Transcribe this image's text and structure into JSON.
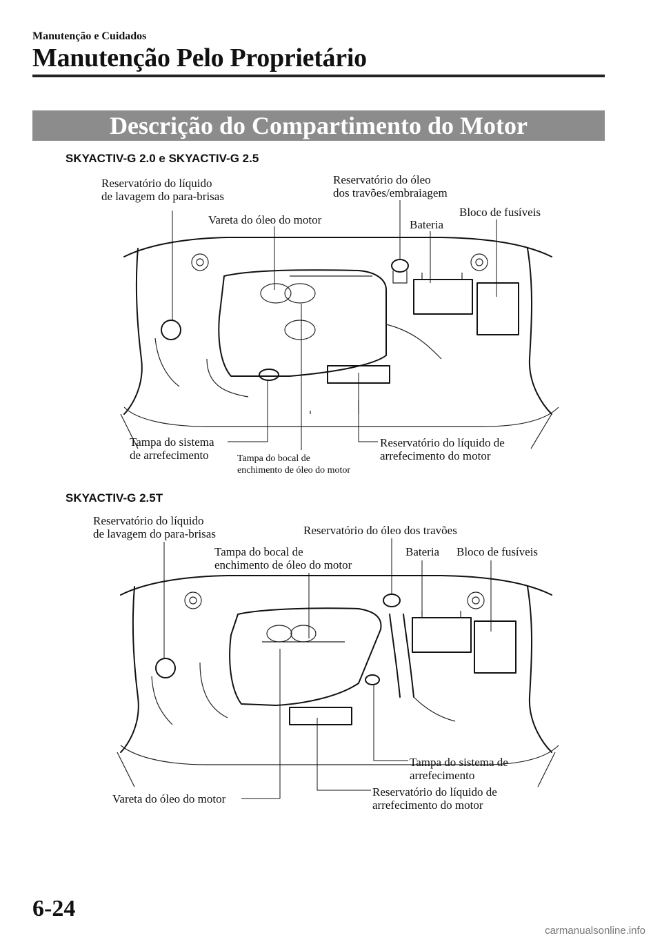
{
  "header": {
    "section": "Manutenção e Cuidados",
    "title": "Manutenção Pelo Proprietário"
  },
  "banner": "Descrição do Compartimento do Motor",
  "diagram_1": {
    "variant": "SKYACTIV-G 2.0 e SKYACTIV-G 2.5",
    "labels": {
      "washer": [
        "Reservatório do líquido",
        "de lavagem do para-brisas"
      ],
      "dipstick": "Vareta do óleo do motor",
      "brake": [
        "Reservatório do óleo",
        "dos travões/embraiagem"
      ],
      "battery": "Bateria",
      "fuse": "Bloco de fusíveis",
      "cooling_cap": [
        "Tampa do sistema",
        "de arrefecimento"
      ],
      "oil_cap": [
        "Tampa do bocal de",
        "enchimento de óleo do motor"
      ],
      "coolant_res": [
        "Reservatório do líquido de",
        "arrefecimento do motor"
      ]
    }
  },
  "diagram_2": {
    "variant": "SKYACTIV-G 2.5T",
    "labels": {
      "washer": [
        "Reservatório do líquido",
        "de lavagem do para-brisas"
      ],
      "brake": "Reservatório do óleo dos travões",
      "oil_cap": [
        "Tampa do bocal de",
        "enchimento de óleo do motor"
      ],
      "battery": "Bateria",
      "fuse": "Bloco de fusíveis",
      "cooling_cap": [
        "Tampa do sistema de",
        "arrefecimento"
      ],
      "dipstick": "Vareta do óleo do motor",
      "coolant_res": [
        "Reservatório do líquido de",
        "arrefecimento do motor"
      ]
    }
  },
  "page_number": "6-24",
  "watermark": "carmanualsonline.info"
}
